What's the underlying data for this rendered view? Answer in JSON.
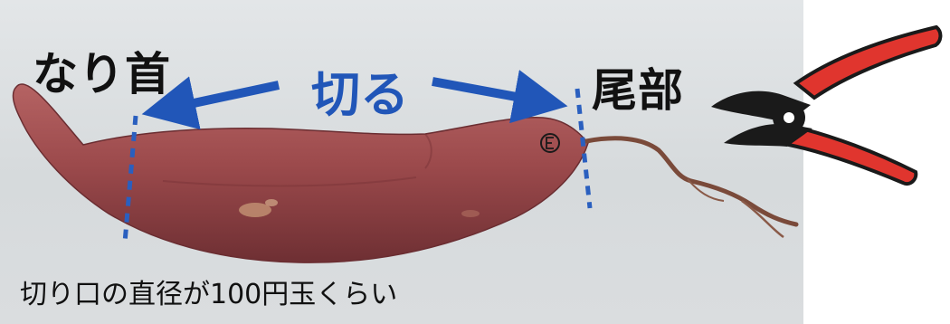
{
  "labels": {
    "neck": "なり首",
    "cut": "切る",
    "tail": "尾部",
    "caption": "切り口の直径が100円玉くらい"
  },
  "icons": {
    "tool": "pruning-shears-icon",
    "stamp": "circled-e-mark"
  },
  "colors": {
    "arrow": "#2156b8",
    "cut_line": "#2a5fbf",
    "potato_skin": "#9a4a4a",
    "shears_handle": "#e0352e",
    "shears_blade": "#1a1a1a"
  }
}
